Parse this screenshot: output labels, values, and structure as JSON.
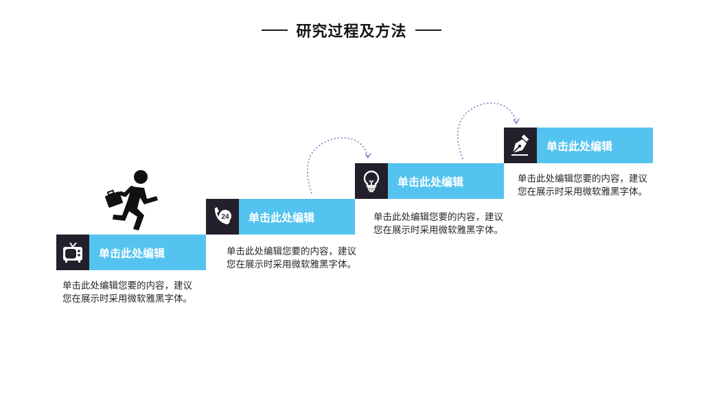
{
  "title": "研究过程及方法",
  "steps": [
    {
      "icon": "tv-icon",
      "label": "单击此处编辑",
      "desc": "单击此处编辑您要的内容，建议您在展示时采用微软雅黑字体。"
    },
    {
      "icon": "phone-24h-icon",
      "label": "单击此处编辑",
      "desc": "单击此处编辑您要的内容，建议您在展示时采用微软雅黑字体。"
    },
    {
      "icon": "lightbulb-icon",
      "label": "单击此处编辑",
      "desc": "单击此处编辑您要的内容，建议您在展示时采用微软雅黑字体。"
    },
    {
      "icon": "pen-nib-icon",
      "label": "单击此处编辑",
      "desc": "单击此处编辑您要的内容，建议您在展示时采用微软雅黑字体。"
    }
  ],
  "colors": {
    "accent": "#54c3ef",
    "icon_bg": "#231f2b",
    "arrow": "#7b8fc4"
  },
  "decoration": {
    "runner": "running-businessman-icon"
  }
}
